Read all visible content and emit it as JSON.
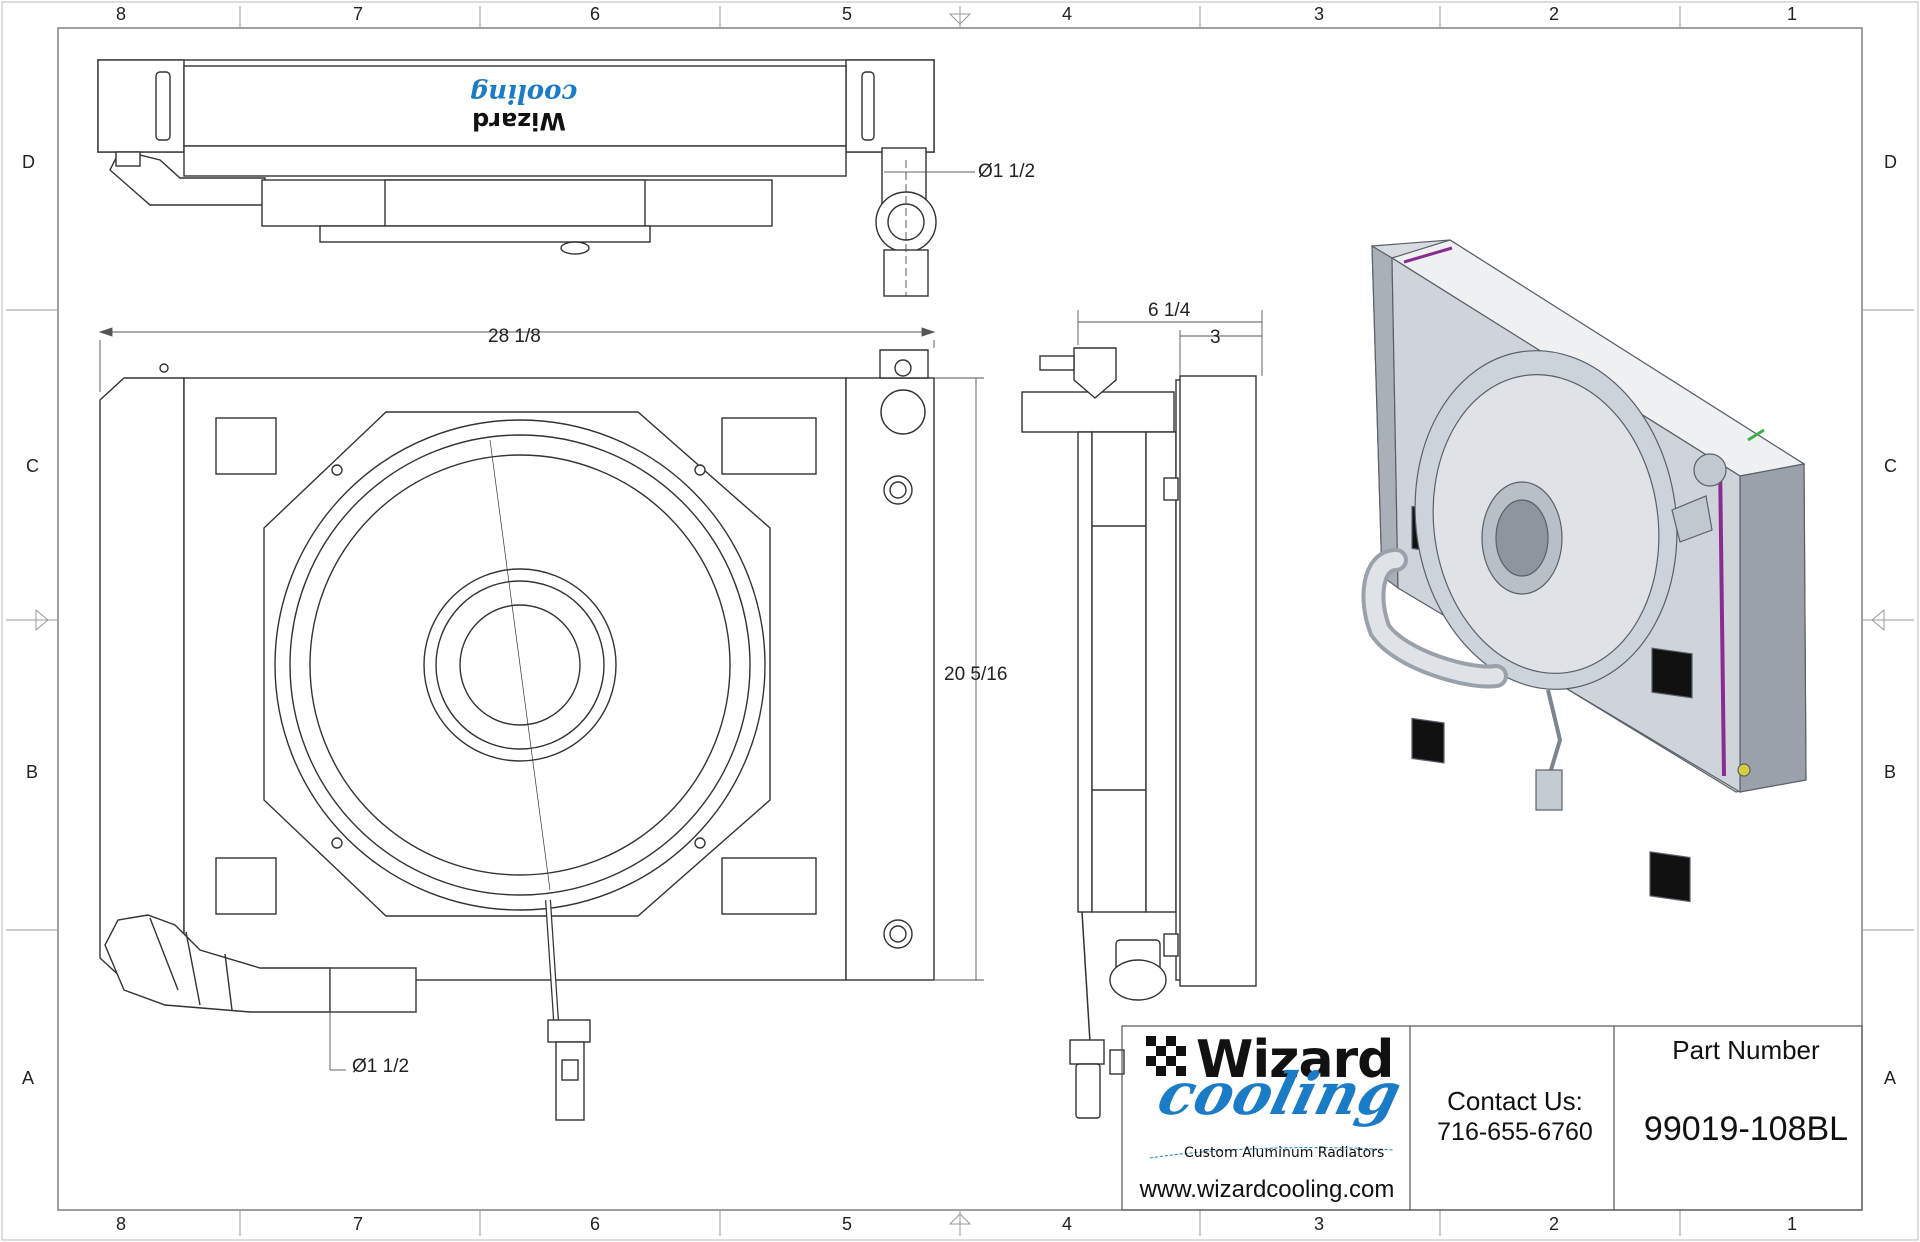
{
  "zones": {
    "columns": [
      "8",
      "7",
      "6",
      "5",
      "4",
      "3",
      "2",
      "1"
    ],
    "rows": [
      "D",
      "C",
      "B",
      "A"
    ]
  },
  "dimensions": {
    "top_outlet_diameter": "Ø1 1/2",
    "overall_width": "28 1/8",
    "overall_height": "20 5/16",
    "bottom_outlet_diameter": "Ø1 1/2",
    "side_total_depth": "6 1/4",
    "side_core_depth": "3"
  },
  "title_block": {
    "logo_word": "Wizard",
    "logo_script": "cooling",
    "logo_tagline": "Custom Aluminum Radiators",
    "website": "www.wizardcooling.com",
    "contact_heading": "Contact Us:",
    "contact_phone": "716-655-6760",
    "part_number_heading": "Part Number",
    "part_number": "99019-108BL"
  },
  "colors": {
    "brand_blue": "#1a7bc6",
    "line": "#333333",
    "iso_body": "#c7ccd3",
    "iso_accent": "#8a2c8f"
  },
  "icons": [
    "wizard-cooling-logo",
    "checkered-flag-icon"
  ]
}
